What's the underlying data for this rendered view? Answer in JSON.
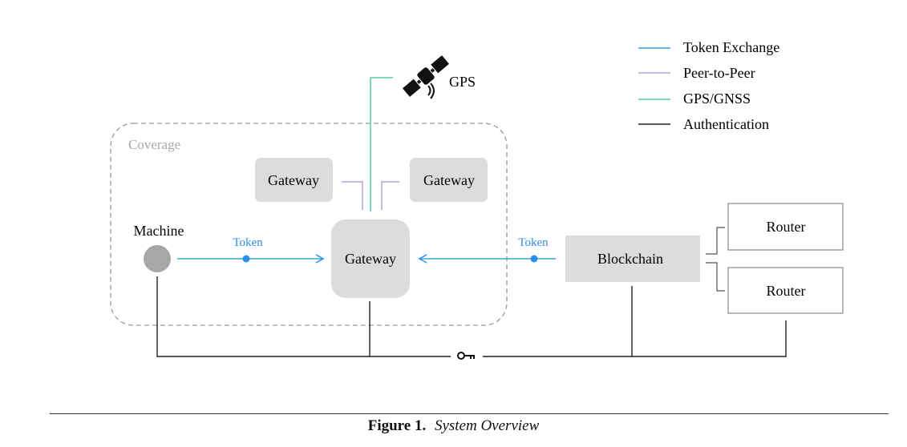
{
  "legend": [
    {
      "label": "Token Exchange",
      "color": "#3aa6d8"
    },
    {
      "label": "Peer-to-Peer",
      "color": "#b9a0e6"
    },
    {
      "label": "GPS/GNSS",
      "color": "#55c8a8"
    },
    {
      "label": "Authentication",
      "color": "#222222"
    }
  ],
  "nodes": {
    "coverage_label": "Coverage",
    "gateway_left": "Gateway",
    "gateway_right": "Gateway",
    "gateway_center": "Gateway",
    "machine": "Machine",
    "blockchain": "Blockchain",
    "router_top": "Router",
    "router_bottom": "Router",
    "gps": "GPS"
  },
  "edges": {
    "token_left": "Token",
    "token_right": "Token"
  },
  "icons": {
    "satellite": "satellite-icon",
    "key": "key-icon",
    "machine": "circle-node"
  },
  "colors": {
    "token": "#2d8ee6",
    "node_fill": "#dcdcdc",
    "coverage_border": "#9a9a9a",
    "machine_fill": "#a7a7a7"
  },
  "caption": {
    "number": "Figure 1.",
    "title": "System Overview"
  }
}
